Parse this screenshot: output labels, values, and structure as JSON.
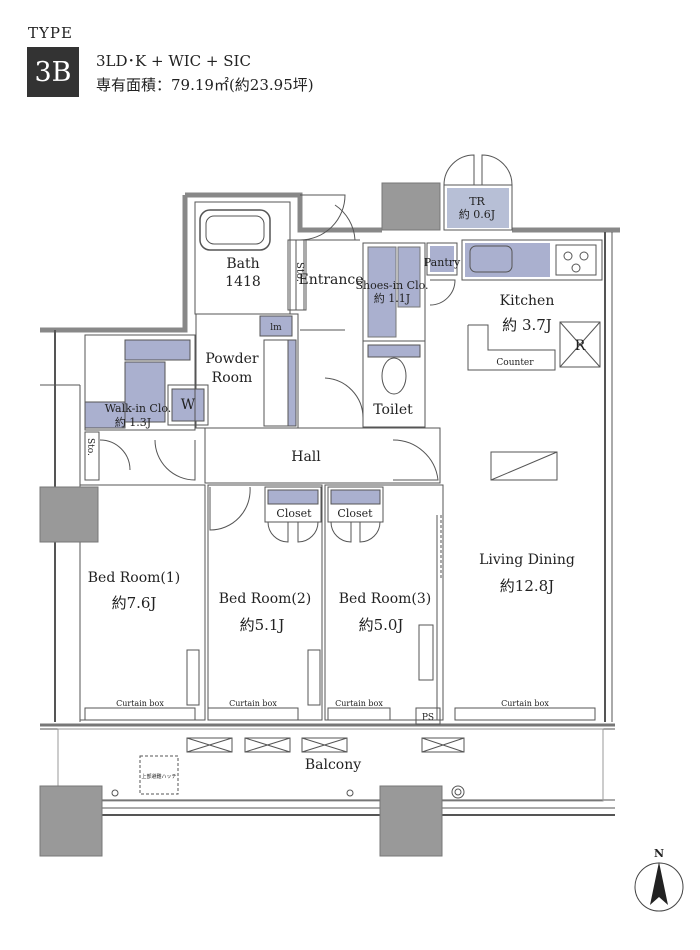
{
  "header": {
    "type_label": "TYPE",
    "type_code": "3B",
    "layout": "3LD･K + WIC + SIC",
    "area": "専有面積：79.19㎡(約23.95坪)"
  },
  "rooms": {
    "bath": "Bath",
    "bath_size": "1418",
    "entrance": "Entrance",
    "shoes_closet": "Shoes-in Clo.",
    "shoes_closet_size": "約 1.1J",
    "pantry": "Pantry",
    "tr": "TR",
    "tr_size": "約 0.6J",
    "kitchen": "Kitchen",
    "kitchen_size": "約 3.7J",
    "refrigerator": "R",
    "counter": "Counter",
    "powder_room_line1": "Powder",
    "powder_room_line2": "Room",
    "lm": "lm",
    "toilet": "Toilet",
    "walkin_closet": "Walk-in Clo.",
    "walkin_closet_size": "約 1.3J",
    "washer": "W",
    "storage": "Sto.",
    "hall": "Hall",
    "closet": "Closet",
    "bed1": "Bed Room(1)",
    "bed1_size": "約7.6J",
    "bed2": "Bed Room(2)",
    "bed2_size": "約5.1J",
    "bed3": "Bed Room(3)",
    "bed3_size": "約5.0J",
    "living": "Living Dining",
    "living_size": "約12.8J",
    "curtain_box": "Curtain box",
    "ps": "PS",
    "balcony": "Balcony",
    "hatch": "上部避難ハッチ"
  },
  "compass": {
    "north": "N"
  }
}
